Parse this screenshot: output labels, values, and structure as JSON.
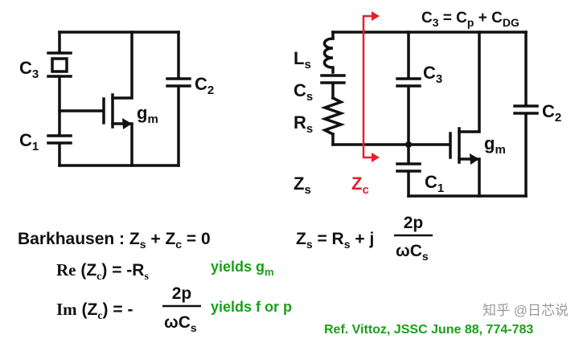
{
  "labels": {
    "c3": "C",
    "c3_sub": "3",
    "c2": "C",
    "c2_sub": "2",
    "c1": "C",
    "c1_sub": "1",
    "gm": "g",
    "gm_sub": "m",
    "ls": "L",
    "ls_sub": "s",
    "cs": "C",
    "cs_sub": "s",
    "rs": "R",
    "rs_sub": "s",
    "zs": "Z",
    "zs_sub": "s",
    "zc": "Z",
    "zc_sub": "c",
    "r_c3": "C",
    "r_c3_sub": "3",
    "r_c1": "C",
    "r_c1_sub": "1",
    "r_c2": "C",
    "r_c2_sub": "2",
    "r_gm": "g",
    "r_gm_sub": "m",
    "c3_eq_a": "C",
    "c3_eq_a_sub": "3",
    "c3_eq_b": " = C",
    "c3_eq_b_sub": "p",
    "c3_eq_c": " + C",
    "c3_eq_c_sub": "DG"
  },
  "equations": {
    "barkhausen_a": "Barkhausen : Z",
    "barkhausen_a_sub": "s",
    "barkhausen_b": " + Z",
    "barkhausen_b_sub": "c",
    "barkhausen_c": " = 0",
    "zs_a": "Z",
    "zs_a_sub": "s",
    "zs_b": " = R",
    "zs_b_sub": "s",
    "zs_c": " + j",
    "zs_num": "2p",
    "zs_den": "ωC",
    "zs_den_sub": "s",
    "re_a": "Re",
    "re_b": " (Z",
    "re_b_sub": "c",
    "re_c": ") = -R",
    "re_c_sub": "s",
    "re_note": "yields g",
    "re_note_sub": "m",
    "im_a": "Im",
    "im_b": " (Z",
    "im_b_sub": "c",
    "im_c": ") = -",
    "im_num": "2p",
    "im_den": "ωC",
    "im_den_sub": "s",
    "im_note": "yields f or p",
    "ref": "Ref. Vittoz, JSSC June 88, 774-783"
  },
  "watermark": "知乎 @日芯说",
  "colors": {
    "wire": "#111111",
    "arrow": "#e5202c",
    "note": "#18a018"
  }
}
